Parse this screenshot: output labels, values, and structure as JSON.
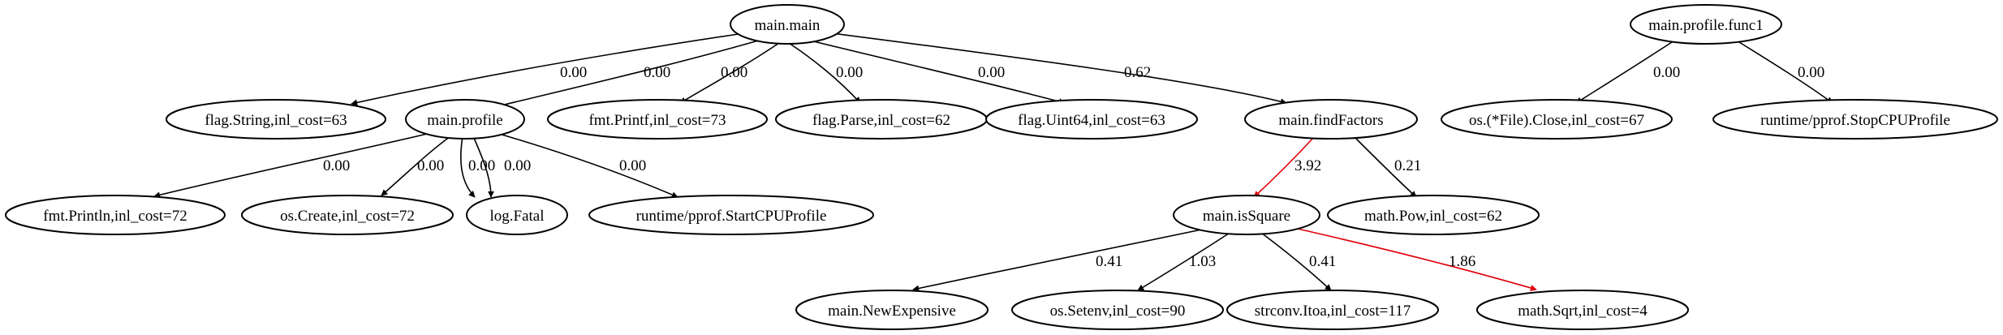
{
  "colors": {
    "normal": "#000000",
    "hot": "#e0000b"
  },
  "nodes": {
    "main_main": "main.main",
    "flag_string": "flag.String,inl_cost=63",
    "main_profile": "main.profile",
    "fmt_printf": "fmt.Printf,inl_cost=73",
    "flag_parse": "flag.Parse,inl_cost=62",
    "flag_uint64": "flag.Uint64,inl_cost=63",
    "main_findfactors": "main.findFactors",
    "fmt_println": "fmt.Println,inl_cost=72",
    "os_create": "os.Create,inl_cost=72",
    "log_fatal": "log.Fatal",
    "start_cpu_profile": "runtime/pprof.StartCPUProfile",
    "main_issquare": "main.isSquare",
    "math_pow": "math.Pow,inl_cost=62",
    "main_newexpensive": "main.NewExpensive",
    "os_setenv": "os.Setenv,inl_cost=90",
    "strconv_itoa": "strconv.Itoa,inl_cost=117",
    "math_sqrt": "math.Sqrt,inl_cost=4",
    "main_profile_func1": "main.profile.func1",
    "os_file_close": "os.(*File).Close,inl_cost=67",
    "stop_cpu_profile": "runtime/pprof.StopCPUProfile"
  },
  "edges": {
    "main_to_flagstring": "0.00",
    "main_to_profile": "0.00",
    "main_to_printf": "0.00",
    "main_to_parse": "0.00",
    "main_to_uint64": "0.00",
    "main_to_findfactors": "0.62",
    "profile_to_println": "0.00",
    "profile_to_create": "0.00",
    "profile_to_fatal_1": "0.00",
    "profile_to_fatal_2": "0.00",
    "profile_to_startcpu": "0.00",
    "findfactors_to_issquare": "3.92",
    "findfactors_to_pow": "0.21",
    "issquare_to_newexpensive": "0.41",
    "issquare_to_setenv": "1.03",
    "issquare_to_itoa": "0.41",
    "issquare_to_sqrt": "1.86",
    "func1_to_close": "0.00",
    "func1_to_stopcpu": "0.00"
  }
}
